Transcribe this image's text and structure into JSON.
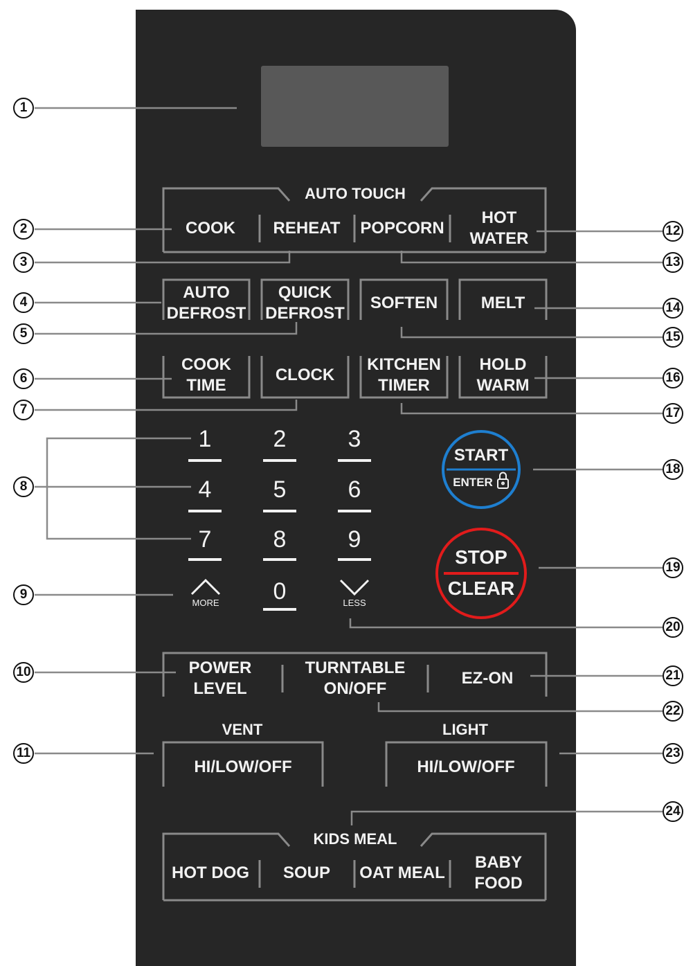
{
  "panel": {
    "groups": {
      "auto_touch": "AUTO TOUCH",
      "vent": "VENT",
      "light": "LIGHT",
      "kids_meal": "KIDS MEAL"
    },
    "buttons": {
      "cook": "COOK",
      "reheat": "REHEAT",
      "popcorn": "POPCORN",
      "hot_water": [
        "HOT",
        "WATER"
      ],
      "auto_defrost": [
        "AUTO",
        "DEFROST"
      ],
      "quick_defrost": [
        "QUICK",
        "DEFROST"
      ],
      "soften": "SOFTEN",
      "melt": "MELT",
      "cook_time": [
        "COOK",
        "TIME"
      ],
      "clock": "CLOCK",
      "kitchen_timer": [
        "KITCHEN",
        "TIMER"
      ],
      "hold_warm": [
        "HOLD",
        "WARM"
      ],
      "power_level": [
        "POWER",
        "LEVEL"
      ],
      "turntable": [
        "TURNTABLE",
        "ON/OFF"
      ],
      "ez_on": "EZ-ON",
      "vent_setting": "HI/LOW/OFF",
      "light_setting": "HI/LOW/OFF",
      "hot_dog": "HOT DOG",
      "soup": "SOUP",
      "oat_meal": "OAT MEAL",
      "baby_food": [
        "BABY",
        "FOOD"
      ]
    },
    "keypad": {
      "digits": [
        "1",
        "2",
        "3",
        "4",
        "5",
        "6",
        "7",
        "8",
        "9",
        "0"
      ],
      "more": "MORE",
      "less": "LESS"
    },
    "start": {
      "top": "START",
      "bottom": "ENTER"
    },
    "stop": {
      "top": "STOP",
      "bottom": "CLEAR"
    },
    "colors": {
      "panel": "#262626",
      "display": "#585858",
      "start_ring": "#1e7fd0",
      "stop_ring": "#e11b1b"
    }
  },
  "callouts": [
    "1",
    "2",
    "3",
    "4",
    "5",
    "6",
    "7",
    "8",
    "9",
    "10",
    "11",
    "12",
    "13",
    "14",
    "15",
    "16",
    "17",
    "18",
    "19",
    "20",
    "21",
    "22",
    "23",
    "24"
  ]
}
